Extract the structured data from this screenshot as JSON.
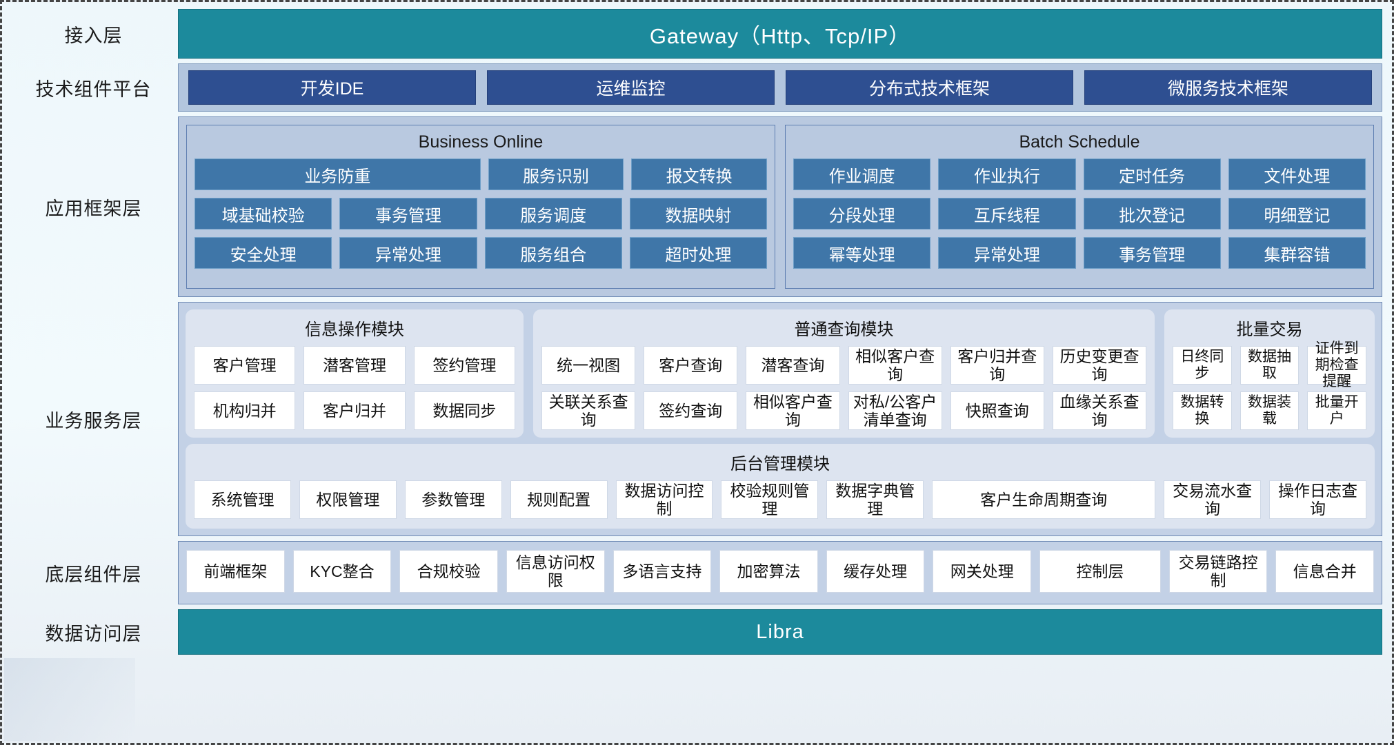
{
  "layers": [
    {
      "label": "接入层"
    },
    {
      "label": "技术组件平台"
    },
    {
      "label": "应用框架层"
    },
    {
      "label": "业务服务层"
    },
    {
      "label": "底层组件层"
    },
    {
      "label": "数据访问层"
    }
  ],
  "gateway": {
    "title": "Gateway（Http、Tcp/IP）"
  },
  "tech_platform": {
    "items": [
      "开发IDE",
      "运维监控",
      "分布式技术框架",
      "微服务技术框架"
    ]
  },
  "app_framework": {
    "business_online": {
      "title": "Business Online",
      "rows": [
        [
          "业务防重",
          "服务识别",
          "报文转换"
        ],
        [
          "域基础校验",
          "事务管理",
          "服务调度",
          "数据映射"
        ],
        [
          "安全处理",
          "异常处理",
          "服务组合",
          "超时处理"
        ]
      ]
    },
    "batch_schedule": {
      "title": "Batch Schedule",
      "rows": [
        [
          "作业调度",
          "作业执行",
          "定时任务",
          "文件处理"
        ],
        [
          "分段处理",
          "互斥线程",
          "批次登记",
          "明细登记"
        ],
        [
          "幂等处理",
          "异常处理",
          "事务管理",
          "集群容错"
        ]
      ]
    }
  },
  "business_service": {
    "info_module": {
      "title": "信息操作模块",
      "rows": [
        [
          "客户管理",
          "潜客管理",
          "签约管理"
        ],
        [
          "机构归并",
          "客户归并",
          "数据同步"
        ]
      ]
    },
    "query_module": {
      "title": "普通查询模块",
      "rows": [
        [
          "统一视图",
          "客户查询",
          "潜客查询",
          "相似客户查询",
          "客户归并查询",
          "历史变更查询"
        ],
        [
          "关联关系查询",
          "签约查询",
          "相似客户查询",
          "对私/公客户清单查询",
          "快照查询",
          "血缘关系查询"
        ]
      ]
    },
    "batch_module": {
      "title": "批量交易",
      "rows": [
        [
          "日终同步",
          "数据抽取",
          "证件到期检查提醒"
        ],
        [
          "数据转换",
          "数据装载",
          "批量开户"
        ]
      ]
    },
    "admin_module": {
      "title": "后台管理模块",
      "rows": [
        [
          "系统管理",
          "权限管理",
          "参数管理",
          "规则配置",
          "数据访问控制",
          "校验规则管理",
          "数据字典管理",
          "客户生命周期查询",
          "交易流水查询",
          "操作日志查询"
        ]
      ]
    }
  },
  "bottom_components": {
    "items": [
      "前端框架",
      "KYC整合",
      "合规校验",
      "信息访问权限",
      "多语言支持",
      "加密算法",
      "缓存处理",
      "网关处理",
      "控制层",
      "交易链路控制",
      "信息合并"
    ]
  },
  "data_access": {
    "title": "Libra"
  },
  "colors": {
    "teal": "#1c8a9c",
    "navy": "#2e4f91",
    "panel_blue": "#b9c9e0",
    "cell_blue": "#3f76a8",
    "module_bg": "#dde4f0"
  }
}
